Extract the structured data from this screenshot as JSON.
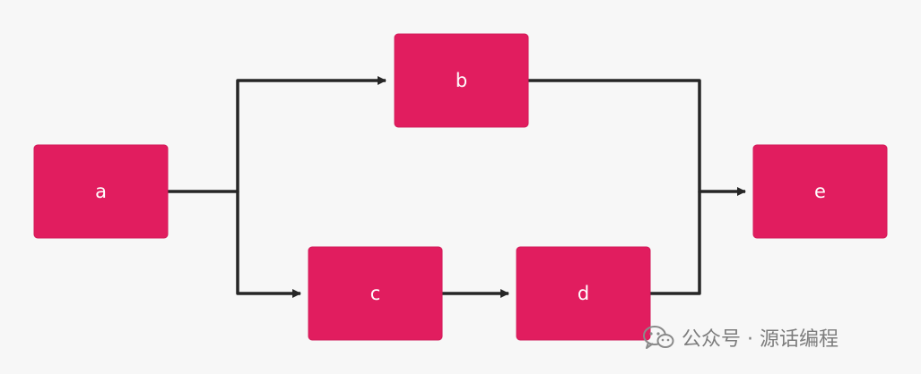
{
  "colors": {
    "node_fill": "#e11d5f",
    "edge_stroke": "#262626",
    "background": "#f7f7f7",
    "watermark_text": "#7d7d7d"
  },
  "nodes": {
    "a": {
      "label": "a"
    },
    "b": {
      "label": "b"
    },
    "c": {
      "label": "c"
    },
    "d": {
      "label": "d"
    },
    "e": {
      "label": "e"
    }
  },
  "edges": [
    {
      "from": "a",
      "to": "b"
    },
    {
      "from": "a",
      "to": "c"
    },
    {
      "from": "b",
      "to": "e"
    },
    {
      "from": "c",
      "to": "d"
    },
    {
      "from": "d",
      "to": "e"
    }
  ],
  "watermark": {
    "icon": "wechat-icon",
    "text": "公众号 · 源话编程"
  }
}
